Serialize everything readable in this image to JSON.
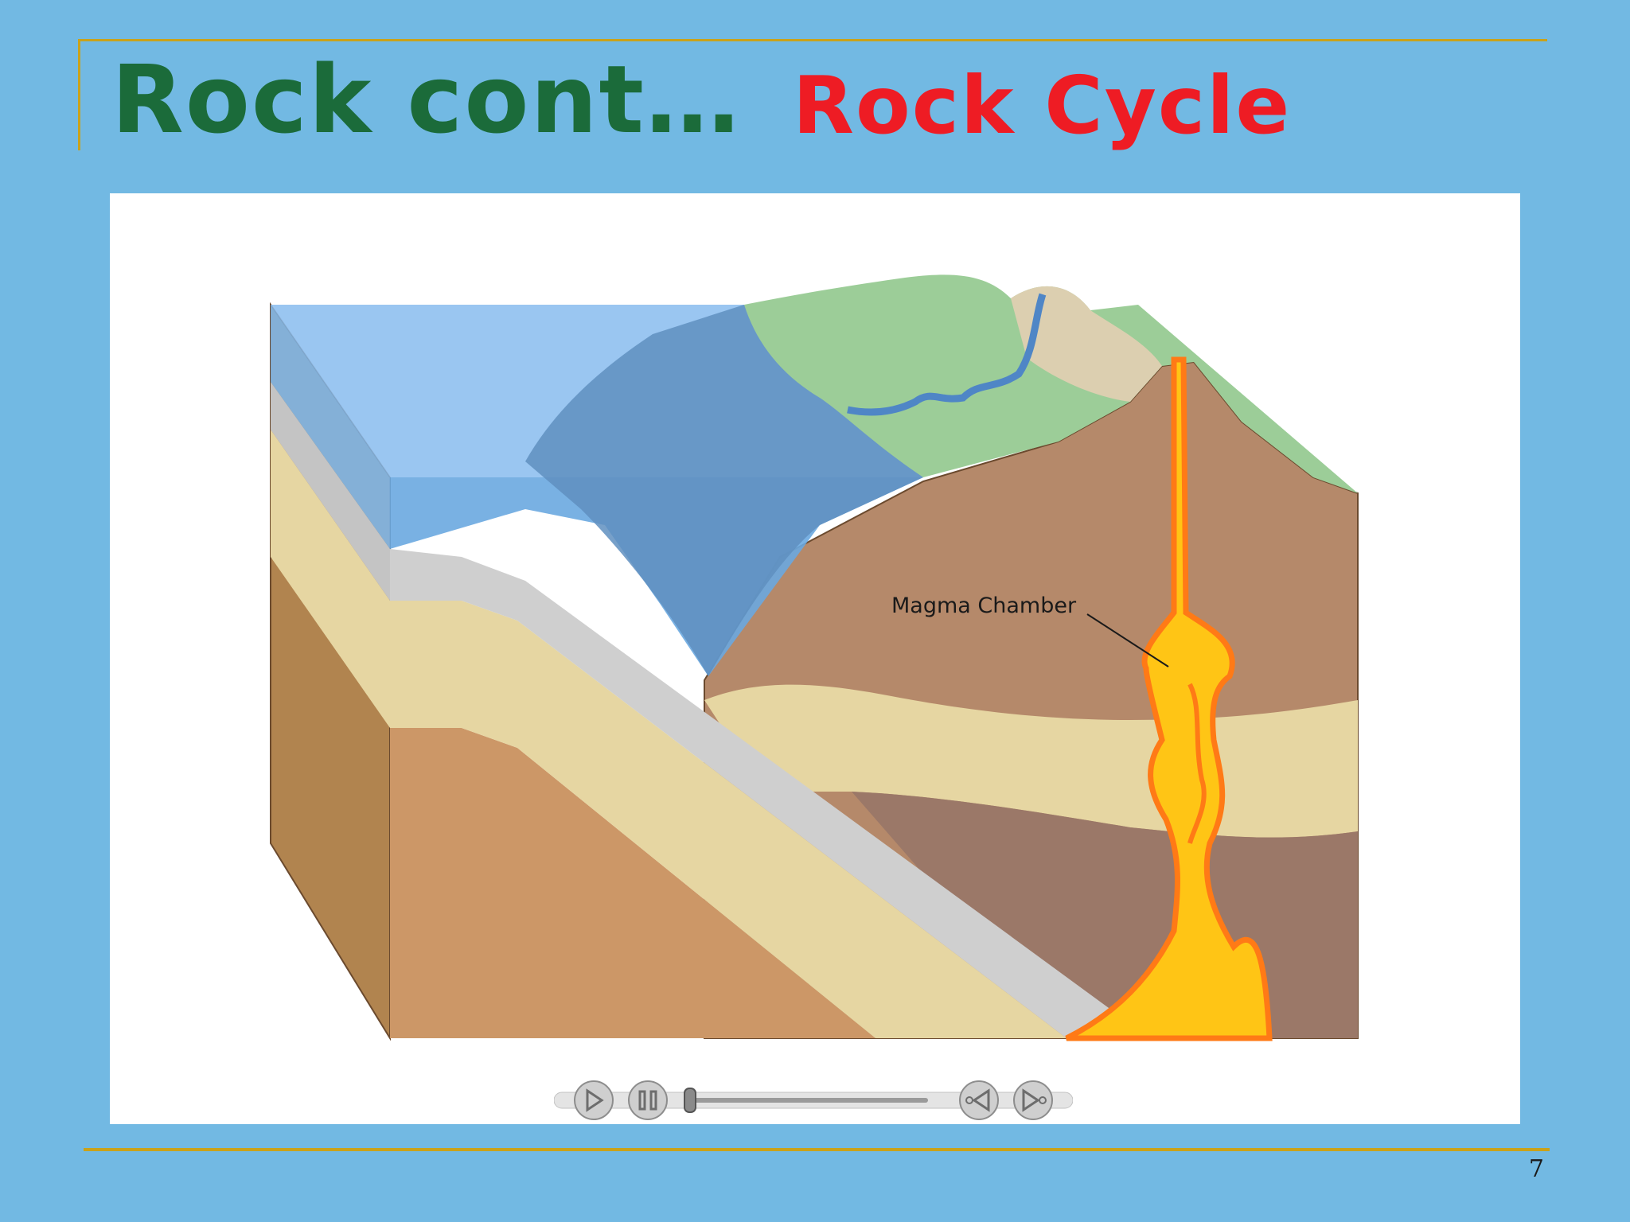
{
  "slide": {
    "title": "Rock cont…",
    "subtitle": "Rock Cycle",
    "page_number": "7"
  },
  "diagram": {
    "label": "Magma Chamber"
  },
  "player": {
    "play_icon": "play-icon",
    "pause_icon": "pause-icon",
    "rewind_icon": "rewind-icon",
    "forward_icon": "forward-icon",
    "progress": 0
  },
  "colors": {
    "background": "#72b9e3",
    "title": "#1b6b3a",
    "subtitle": "#ee1c24",
    "rule": "#c9a21b"
  }
}
